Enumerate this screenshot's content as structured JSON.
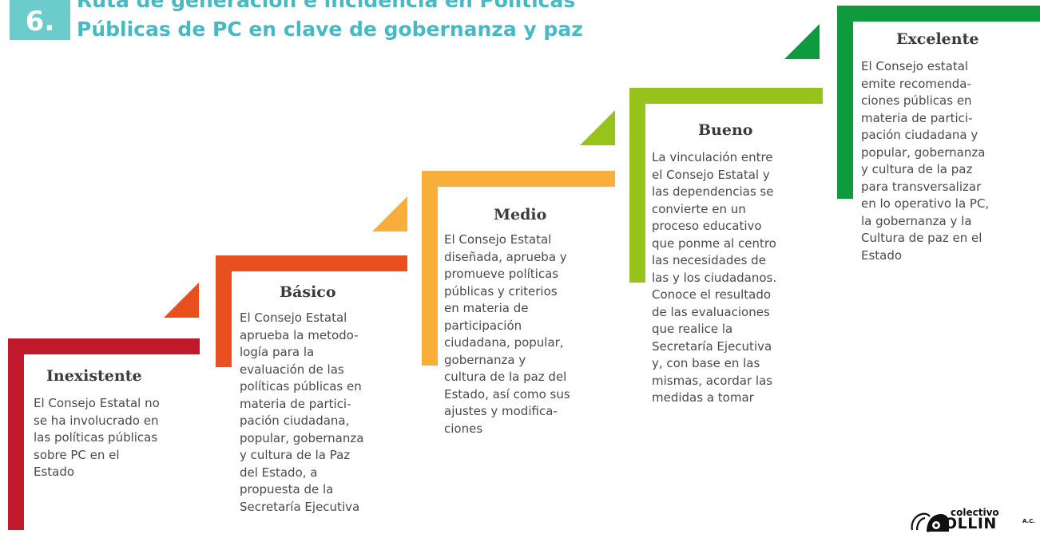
{
  "header": {
    "number": "6.",
    "title_line1": "Ruta de generación e incidencia en Políticas",
    "title_line2": "Públicas de PC en clave de gobernanza y paz"
  },
  "steps": [
    {
      "title": "Inexistente",
      "color": "#c0192c",
      "lines": [
        "El Consejo Estatal no",
        "se ha involucrado en",
        "las políticas públicas",
        "sobre PC en el",
        "Estado"
      ]
    },
    {
      "title": "Básico",
      "color": "#e9501f",
      "lines": [
        "El Consejo Estatal",
        "aprueba la metodo-",
        "logía para la",
        "evaluación de las",
        "políticas públicas en",
        "materia de partici-",
        "pación ciudadana,",
        "popular, gobernanza",
        "y cultura de la Paz",
        "del Estado, a",
        "propuesta de la",
        "Secretaría Ejecutiva"
      ]
    },
    {
      "title": "Medio",
      "color": "#f7ae3b",
      "lines": [
        "El Consejo Estatal",
        "diseñada, aprueba y",
        "promueve políticas",
        "públicas y criterios",
        "en materia de",
        "participación",
        "ciudadana, popular,",
        "gobernanza y",
        "cultura de la paz del",
        "Estado, así como sus",
        "ajustes y modifica-",
        "ciones"
      ]
    },
    {
      "title": "Bueno",
      "color": "#98c31c",
      "lines": [
        "La vinculación entre",
        "el Consejo Estatal y",
        "las dependencias se",
        "convierte en un",
        "proceso educativo",
        "que ponme al centro",
        "las necesidades de",
        "las y los ciudadanos.",
        "Conoce el resultado",
        "de las evaluaciones",
        "que realice la",
        "Secretaría Ejecutiva",
        "y, con base en las",
        "mismas, acordar las",
        "medidas a tomar"
      ]
    },
    {
      "title": "Excelente",
      "color": "#0f9a3d",
      "lines": [
        "El Consejo estatal",
        "emite recomenda-",
        "ciones públicas en",
        "materia de partici-",
        "pación ciudadana y",
        "popular, gobernanza",
        "y cultura de la paz",
        "para transversalizar",
        "en lo operativo la PC,",
        "la gobernanza y la",
        "Cultura de paz en el",
        "Estado"
      ]
    }
  ],
  "logo": {
    "line1": "colectivo",
    "line2": "OLLIN",
    "suffix": "A.C."
  },
  "colors": {
    "header_box": "#6ccbcb",
    "title": "#48b9c2"
  }
}
